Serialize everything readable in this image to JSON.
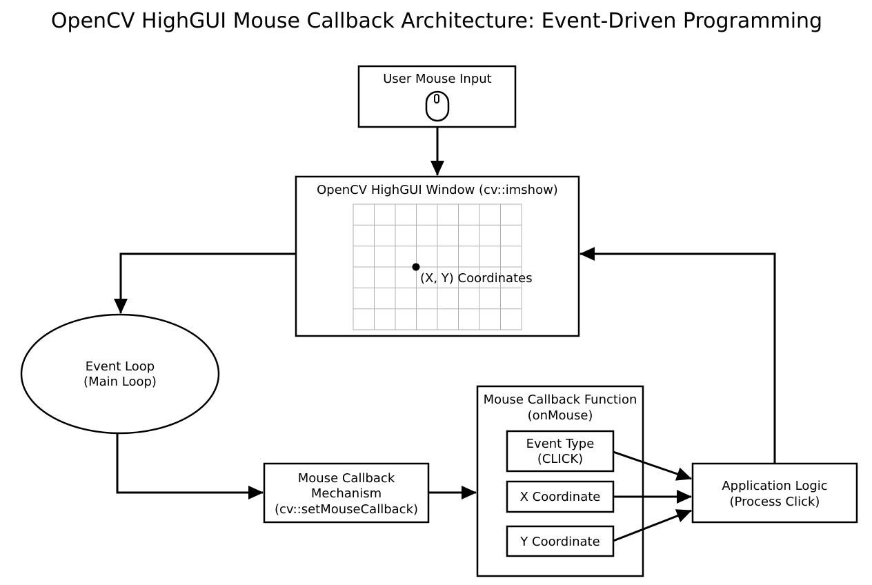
{
  "title": "OpenCV HighGUI Mouse Callback Architecture: Event-Driven Programming",
  "nodes": {
    "user_input": {
      "label": "User Mouse Input",
      "icon": "computer-mouse-icon"
    },
    "window": {
      "label": "OpenCV HighGUI Window (cv::imshow)",
      "point_label": "(X, Y) Coordinates"
    },
    "event_loop": {
      "line1": "Event Loop",
      "line2": "(Main Loop)"
    },
    "mechanism": {
      "line1": "Mouse Callback",
      "line2": "Mechanism",
      "line3": "(cv::setMouseCallback)"
    },
    "callback_function": {
      "line1": "Mouse Callback Function",
      "line2": "(onMouse)",
      "params": [
        {
          "line1": "Event Type",
          "line2": "(CLICK)"
        },
        {
          "line1": "X Coordinate",
          "line2": ""
        },
        {
          "line1": "Y Coordinate",
          "line2": ""
        }
      ]
    },
    "app_logic": {
      "line1": "Application Logic",
      "line2": "(Process Click)"
    }
  },
  "colors": {
    "stroke": "#000000",
    "grid": "#b0b0b0",
    "background": "#ffffff"
  }
}
